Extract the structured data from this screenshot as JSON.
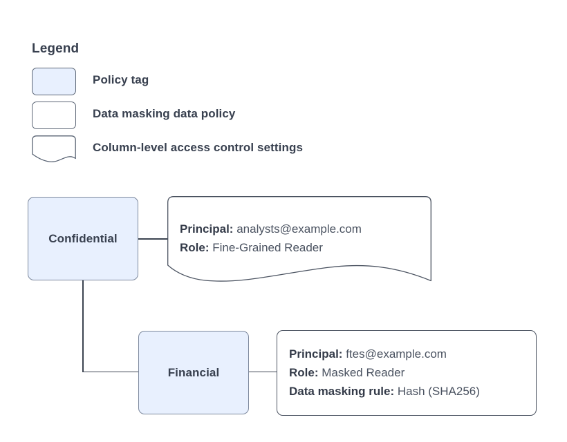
{
  "legend": {
    "title": "Legend",
    "items": [
      {
        "label": "Policy tag",
        "swatch": "rounded-rect-filled",
        "fill": "#e8f0fe"
      },
      {
        "label": "Data masking data policy",
        "swatch": "rounded-rect",
        "fill": "#ffffff"
      },
      {
        "label": "Column-level access control settings",
        "swatch": "wavy-bottom-rect",
        "fill": "#ffffff"
      }
    ]
  },
  "diagram": {
    "nodes": [
      {
        "id": "confidential",
        "label": "Confidential",
        "type": "policy-tag"
      },
      {
        "id": "financial",
        "label": "Financial",
        "type": "policy-tag"
      }
    ],
    "callouts": [
      {
        "id": "confidential-access",
        "type": "column-level-access-control-settings",
        "lines": [
          {
            "key": "Principal:",
            "value": "analysts@example.com"
          },
          {
            "key": "Role:",
            "value": "Fine-Grained Reader"
          }
        ]
      },
      {
        "id": "financial-masking",
        "type": "data-masking-data-policy",
        "lines": [
          {
            "key": "Principal:",
            "value": "ftes@example.com"
          },
          {
            "key": "Role:",
            "value": "Masked Reader"
          },
          {
            "key": "Data masking rule:",
            "value": "Hash (SHA256)"
          }
        ]
      }
    ],
    "connectors": [
      {
        "from": "confidential",
        "to": "confidential-access"
      },
      {
        "from": "confidential",
        "to": "financial"
      },
      {
        "from": "financial",
        "to": "financial-masking"
      }
    ]
  },
  "colors": {
    "node_fill": "#e8f0fe",
    "node_border": "#7b879c",
    "callout_border": "#4a5260",
    "text": "#38404f",
    "connector": "#3b4350",
    "background": "#ffffff"
  }
}
